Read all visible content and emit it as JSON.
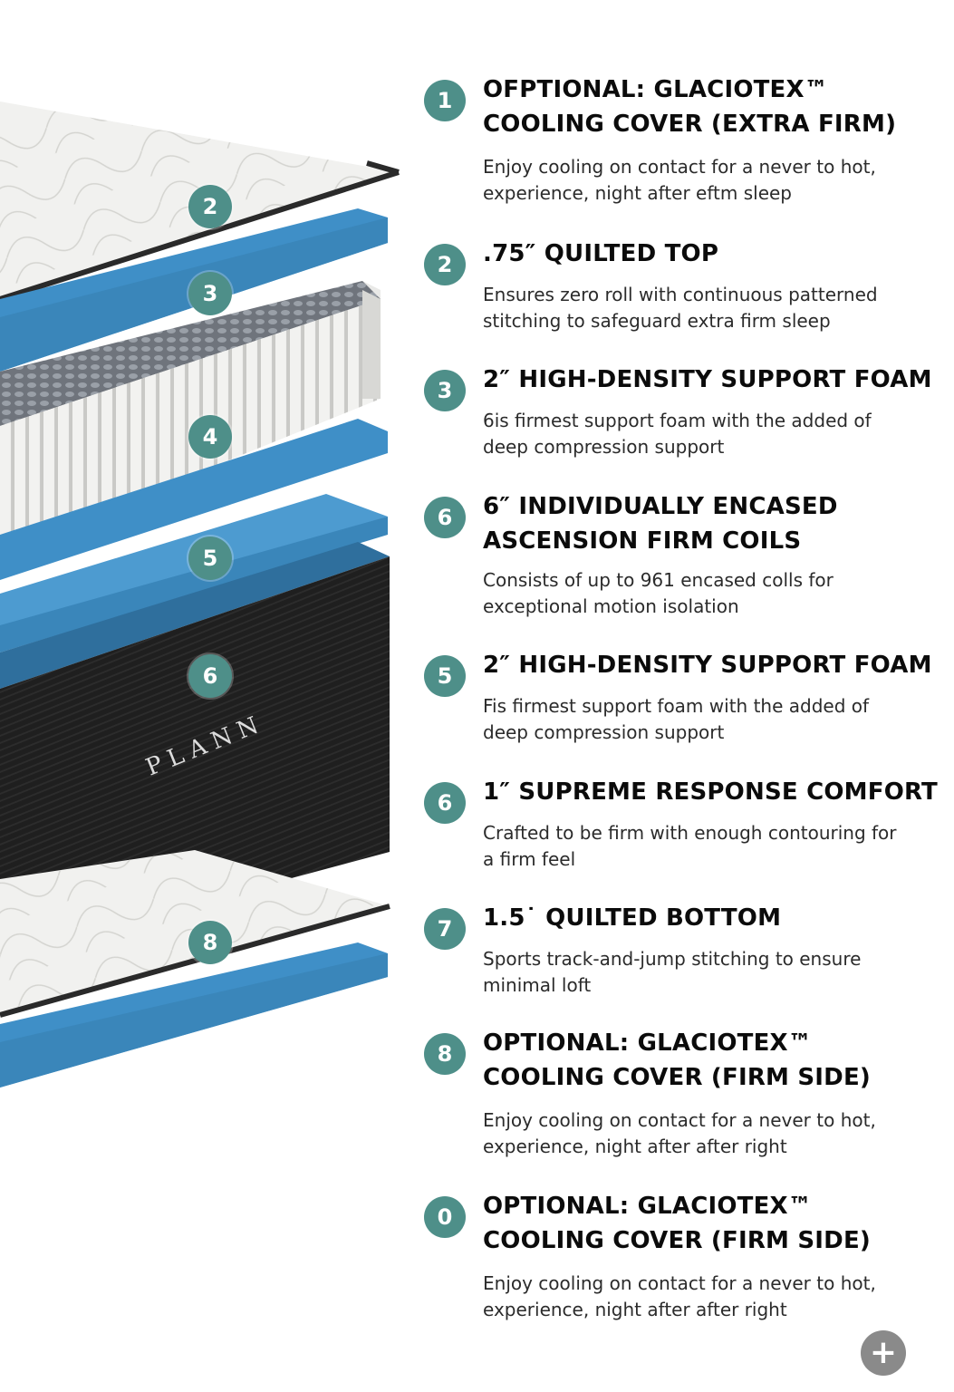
{
  "brand": "PLANN",
  "colors": {
    "badge": "#4e8f89",
    "foam_blue": "#3f8fc7",
    "cover_white": "#f1f1ef",
    "coil_gray": "#8e939a",
    "base_black": "#1e1e1e"
  },
  "layer_badges": [
    "2",
    "3",
    "4",
    "5",
    "6",
    "8"
  ],
  "items": [
    {
      "num": "1",
      "title": "OFPTIONAL: GLACIOTEX™\nCOOLING COVER (EXTRA  FIRM)",
      "desc": "Enjoy cooling on contact for a never to hot, experience, night after eftm sleep"
    },
    {
      "num": "2",
      "title": ".75″ QUILTED TOP",
      "desc": "Ensures zero roll with continuous patterned stitching to safeguard extra firm sleep"
    },
    {
      "num": "3",
      "title": "2″ HIGH-DENSITY SUPPORT FOAM",
      "desc": "6is firmest support foam with the added of deep compression support"
    },
    {
      "num": "6",
      "title": "6″ INDIVIDUALLY ENCASED\nASCENSION FIRM COILS",
      "desc": "Consists of up to 961 encased colls for exceptional motion isolation"
    },
    {
      "num": "5",
      "title": "2″ HIGH-DENSITY SUPPORT FOAM",
      "desc": "Fis firmest support foam with the added of deep compression support"
    },
    {
      "num": "6",
      "title": "1″ SUPREME RESPONSE COMFORT",
      "desc": "Crafted to be firm with enough contouring for a firm feel"
    },
    {
      "num": "7",
      "title": "1.5˙ QUILTED BOTTOM",
      "desc": "Sports track-and-jump stitching to ensure minimal loft"
    },
    {
      "num": "8",
      "title": "OPTIONAL: GLACIOTEX™\nCOOLING COVER (FIRM   SIDE)",
      "desc": "Enjoy cooling on contact for a never to hot, experience, night after after right"
    },
    {
      "num": "0",
      "title": "OPTIONAL: GLACIOTEX™\nCOOLING COVER (FIRM SIDE)",
      "desc": "Enjoy cooling on contact for a never to hot, experience, night after after right"
    }
  ],
  "plus_button": {
    "icon": "plus-icon",
    "label": "+"
  }
}
